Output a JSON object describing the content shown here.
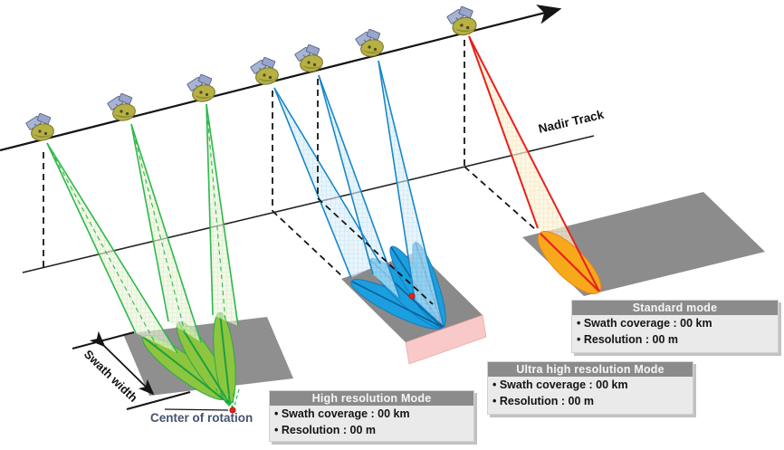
{
  "labels": {
    "nadir_track": "Nadir Track",
    "swath_width": "Swath width",
    "center_of_rotation": "Center of rotation"
  },
  "modes": [
    {
      "id": "high-resolution",
      "title": "High resolution Mode",
      "lines": [
        "• Swath coverage : 00 km",
        "• Resolution : 00 m"
      ],
      "beam_edge_color": "#2DB84C",
      "footprint_color": "#8CC63E"
    },
    {
      "id": "ultra-high-resolution",
      "title": "Ultra high resolution Mode",
      "lines": [
        "• Swath coverage : 00 km",
        "• Resolution : 00 m"
      ],
      "beam_edge_color": "#1787C8",
      "footprint_color": "#1B9FDE"
    },
    {
      "id": "standard",
      "title": "Standard mode",
      "lines": [
        "• Swath coverage : 00 km",
        "• Resolution : 00 m"
      ],
      "beam_edge_color": "#E8211D",
      "footprint_color": "#F8A81B"
    }
  ],
  "satellites": {
    "count": 7
  },
  "colors": {
    "ground_plane": "#8C8C8C",
    "ground_plane_green": "#8F8F8F",
    "ground_plane_blue": "#8A8A8A",
    "pink_face": "#F9C9C9",
    "rotation_dot": "#E8211D",
    "track_line": "#151515",
    "center_label": "#46536E"
  }
}
